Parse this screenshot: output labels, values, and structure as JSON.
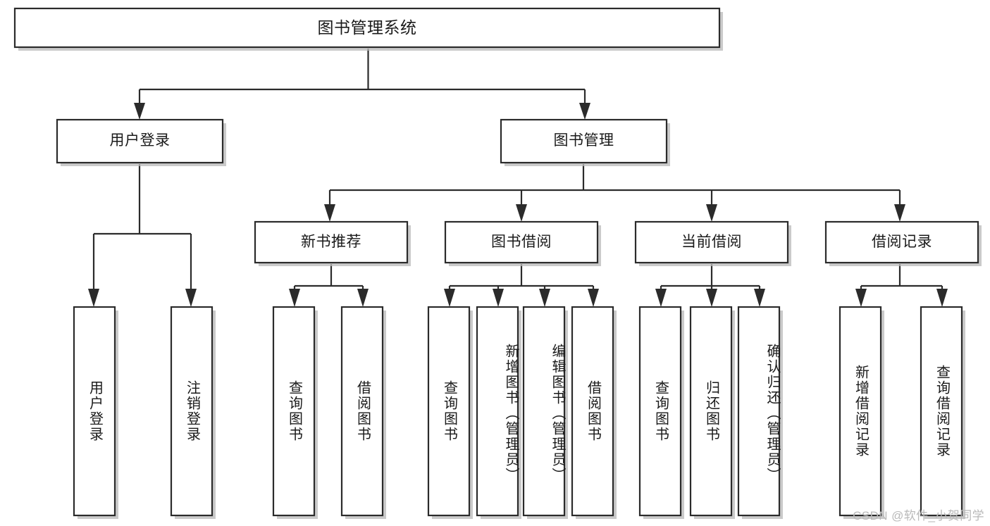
{
  "diagram": {
    "type": "tree",
    "title": "图书管理系统",
    "watermark": "CSDN @软件_小贺同学",
    "colors": {
      "background": "#ffffff",
      "stroke": "#2b2b2b",
      "box_fill": "#ffffff",
      "shadow": "#b8b8b8",
      "text": "#1a1a1a",
      "watermark_text": "#b9b9b9"
    },
    "nodes": {
      "root": {
        "id": "root",
        "label": "图书管理系统",
        "level": 0,
        "orientation": "horizontal"
      },
      "level1": [
        {
          "id": "user-login",
          "label": "用户登录",
          "orientation": "horizontal"
        },
        {
          "id": "book-manage",
          "label": "图书管理",
          "orientation": "horizontal"
        }
      ],
      "level2": [
        {
          "id": "new-book-recommend",
          "label": "新书推荐",
          "orientation": "horizontal"
        },
        {
          "id": "book-borrow",
          "label": "图书借阅",
          "orientation": "horizontal"
        },
        {
          "id": "current-borrow",
          "label": "当前借阅",
          "orientation": "horizontal"
        },
        {
          "id": "borrow-record",
          "label": "借阅记录",
          "orientation": "horizontal"
        }
      ],
      "leaves": [
        {
          "id": "leaf-user-login",
          "label": "用户登录",
          "parent": "user-login",
          "orientation": "vertical"
        },
        {
          "id": "leaf-user-logout",
          "label": "注销登录",
          "parent": "user-login",
          "orientation": "vertical"
        },
        {
          "id": "leaf-query-book-1",
          "label": "查询图书",
          "parent": "new-book-recommend",
          "orientation": "vertical"
        },
        {
          "id": "leaf-borrow-book-1",
          "label": "借阅图书",
          "parent": "new-book-recommend",
          "orientation": "vertical"
        },
        {
          "id": "leaf-query-book-2",
          "label": "查询图书",
          "parent": "book-borrow",
          "orientation": "vertical"
        },
        {
          "id": "leaf-add-book",
          "label": "新增图书（管理员）",
          "parent": "book-borrow",
          "orientation": "vertical"
        },
        {
          "id": "leaf-edit-book",
          "label": "编辑图书（管理员）",
          "parent": "book-borrow",
          "orientation": "vertical"
        },
        {
          "id": "leaf-borrow-book-2",
          "label": "借阅图书",
          "parent": "book-borrow",
          "orientation": "vertical"
        },
        {
          "id": "leaf-query-book-3",
          "label": "查询图书",
          "parent": "current-borrow",
          "orientation": "vertical"
        },
        {
          "id": "leaf-return-book",
          "label": "归还图书",
          "parent": "current-borrow",
          "orientation": "vertical"
        },
        {
          "id": "leaf-confirm-return",
          "label": "确认归还（管理员）",
          "parent": "current-borrow",
          "orientation": "vertical"
        },
        {
          "id": "leaf-add-record",
          "label": "新增借阅记录",
          "parent": "borrow-record",
          "orientation": "vertical"
        },
        {
          "id": "leaf-query-record",
          "label": "查询借阅记录",
          "parent": "borrow-record",
          "orientation": "vertical"
        }
      ]
    },
    "edges": [
      {
        "from": "root",
        "to": "user-login"
      },
      {
        "from": "root",
        "to": "book-manage"
      },
      {
        "from": "user-login",
        "to": "leaf-user-login"
      },
      {
        "from": "user-login",
        "to": "leaf-user-logout"
      },
      {
        "from": "book-manage",
        "to": "new-book-recommend"
      },
      {
        "from": "book-manage",
        "to": "book-borrow"
      },
      {
        "from": "book-manage",
        "to": "current-borrow"
      },
      {
        "from": "book-manage",
        "to": "borrow-record"
      },
      {
        "from": "new-book-recommend",
        "to": "leaf-query-book-1"
      },
      {
        "from": "new-book-recommend",
        "to": "leaf-borrow-book-1"
      },
      {
        "from": "book-borrow",
        "to": "leaf-query-book-2"
      },
      {
        "from": "book-borrow",
        "to": "leaf-add-book"
      },
      {
        "from": "book-borrow",
        "to": "leaf-edit-book"
      },
      {
        "from": "book-borrow",
        "to": "leaf-borrow-book-2"
      },
      {
        "from": "current-borrow",
        "to": "leaf-query-book-3"
      },
      {
        "from": "current-borrow",
        "to": "leaf-return-book"
      },
      {
        "from": "current-borrow",
        "to": "leaf-confirm-return"
      },
      {
        "from": "borrow-record",
        "to": "leaf-add-record"
      },
      {
        "from": "borrow-record",
        "to": "leaf-query-record"
      }
    ]
  }
}
